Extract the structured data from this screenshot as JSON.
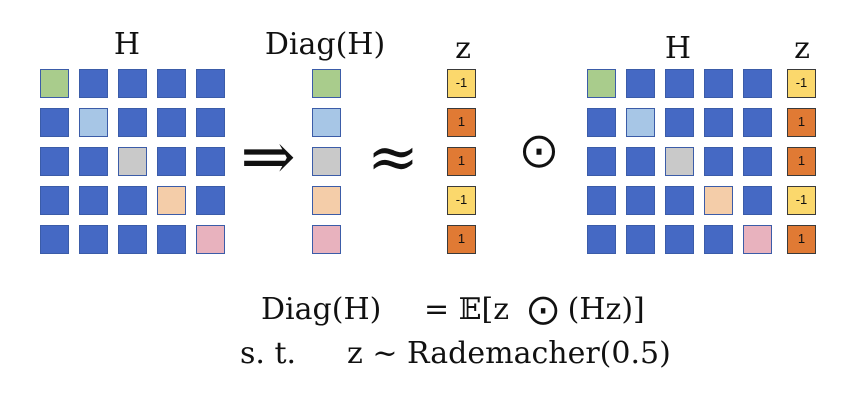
{
  "labels": {
    "h_left": "H",
    "diag": "Diag(H)",
    "z_left": "z",
    "h_right": "H",
    "z_right": "z"
  },
  "symbols": {
    "implies": "⇒",
    "approx": "≈",
    "hadamard": "⨀"
  },
  "colors": {
    "offdiag": "#4569c4",
    "diag": [
      "#a9cc8c",
      "#a7c6e6",
      "#c9c9c9",
      "#f4cda9",
      "#e8b2be"
    ],
    "z_neg": "#fbd86c",
    "z_pos": "#e07a34"
  },
  "z_values": [
    "-1",
    "1",
    "1",
    "-1",
    "1"
  ],
  "formula": {
    "line1_lhs": "Diag(H)",
    "line1_rhs": "= 𝔼[z  ⨀ (Hz)]",
    "line2_prefix": "s. t.",
    "line2_body": "z ~ Rademacher(0.5)"
  }
}
